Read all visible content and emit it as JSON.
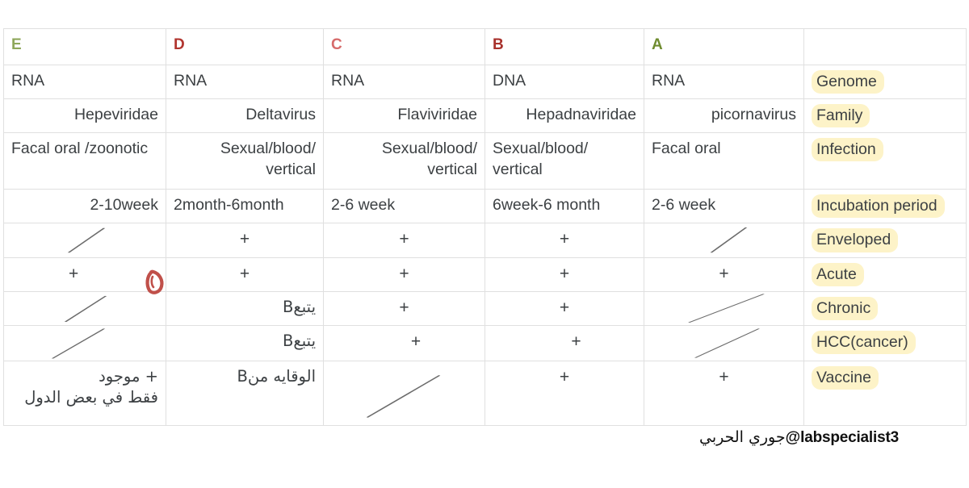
{
  "table": {
    "columns": [
      {
        "id": "E",
        "letter": "E",
        "color": "#8ea75a"
      },
      {
        "id": "D",
        "letter": "D",
        "color": "#b1352f"
      },
      {
        "id": "C",
        "letter": "C",
        "color": "#d66a6a"
      },
      {
        "id": "B",
        "letter": "B",
        "color": "#a8312c"
      },
      {
        "id": "A",
        "letter": "A",
        "color": "#6f8c2f"
      },
      {
        "id": "label",
        "letter": "",
        "color": ""
      }
    ],
    "rows": {
      "genome": {
        "label": "Genome",
        "E": "RNA",
        "D": "RNA",
        "C": "RNA",
        "B": "DNA",
        "A": "RNA"
      },
      "family": {
        "label": "Family",
        "E": "Hepeviridae",
        "D": "Deltavirus",
        "C": "Flaviviridae",
        "B": "Hepadnaviridae",
        "A": "picornavirus"
      },
      "infection": {
        "label": "Infection",
        "E": "Facal oral /zoonotic",
        "D": "Sexual/blood/ vertical",
        "C": "Sexual/blood/ vertical",
        "B": "Sexual/blood/ vertical",
        "A": "Facal oral"
      },
      "incubation": {
        "label": "Incubation period",
        "E": "2-10week",
        "D": "2month-6month",
        "C": "2-6 week",
        "B": "6week-6 month",
        "A": "2-6 week"
      },
      "enveloped": {
        "label": "Enveloped",
        "E": "",
        "D": "+",
        "C": "+",
        "B": "+",
        "A": ""
      },
      "acute": {
        "label": "Acute",
        "E": "+",
        "D": "+",
        "C": "+",
        "B": "+",
        "A": "+"
      },
      "chronic": {
        "label": "Chronic",
        "E": "",
        "D": "يتبعB",
        "C": "+",
        "B": "+",
        "A": ""
      },
      "hcc": {
        "label": "HCC(cancer)",
        "E": "",
        "D": "يتبعB",
        "C": "+",
        "B": "+",
        "A": ""
      },
      "vaccine": {
        "label": "Vaccine",
        "E": "+ موجود\nفقط في بعض الدول",
        "D": "الوقايه منB",
        "C": "",
        "B": "+",
        "A": "+"
      }
    }
  },
  "annotations": {
    "red_d_mark": "D"
  },
  "signature": {
    "arabic_name": "جوري الحربي",
    "handle": "@labspecialist3"
  },
  "colors": {
    "highlight": "#fdf3c8",
    "grid": "#e0e0e0",
    "text": "#3c4043",
    "red_mark": "#c0504a"
  }
}
